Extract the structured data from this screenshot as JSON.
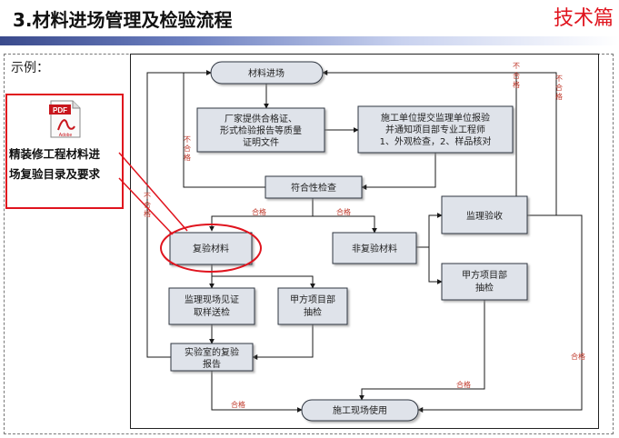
{
  "header": {
    "title": "3.材料进场管理及检验流程",
    "badge": "技术篇"
  },
  "sidebar": {
    "example_label": "示例：",
    "pdf_icon": "pdf-file-icon",
    "pdf_icon_badge": "PDF",
    "pdf_icon_brand": "Adobe",
    "document_title_line1": "精装修工程材料进",
    "document_title_line2": "场复验目录及要求"
  },
  "flowchart": {
    "nodes": {
      "material_entry": "材料进场",
      "mfr_docs_line1": "厂家提供合格证、",
      "mfr_docs_line2": "形式检验报告等质量",
      "mfr_docs_line3": "证明文件",
      "constructor_submit_line1": "施工单位提交监理单位报验",
      "constructor_submit_line2": "并通知项目部专业工程师",
      "constructor_submit_line3": "1、外观检查，2、样品核对",
      "compliance_check": "符合性检查",
      "retest_material": "复验材料",
      "non_retest_material": "非复验材料",
      "supervision_acceptance": "监理验收",
      "owner_spot_check_right_line1": "甲方项目部",
      "owner_spot_check_right_line2": "抽检",
      "supervision_witness_line1": "监理现场见证",
      "supervision_witness_line2": "取样送检",
      "owner_spot_check_mid_line1": "甲方项目部",
      "owner_spot_check_mid_line2": "抽检",
      "lab_report_line1": "实验室的复验",
      "lab_report_line2": "报告",
      "site_use": "施工现场使用"
    },
    "edge_labels": {
      "fail_left_line1": "不",
      "fail_left_line2": "合",
      "fail_left_line3": "格",
      "fail_top_line1": "不",
      "fail_top_line2": "合",
      "fail_top_line3": "格",
      "fail_right_line1": "不",
      "fail_right_line2": "合",
      "fail_right_line3": "格",
      "fail_lower_line1": "不",
      "fail_lower_line2": "合",
      "fail_lower_line3": "格",
      "pass_to_retest": "合格",
      "pass_to_non_retest": "合格",
      "pass_lab_to_site": "合格",
      "pass_owner_to_site": "合格",
      "pass_right_to_site": "合格"
    },
    "colors": {
      "node_fill": "#dfe3ea",
      "node_border": "#2f3640",
      "edge": "#1a1a1a",
      "edge_label": "#c0392b",
      "highlight": "#e0141e"
    }
  }
}
